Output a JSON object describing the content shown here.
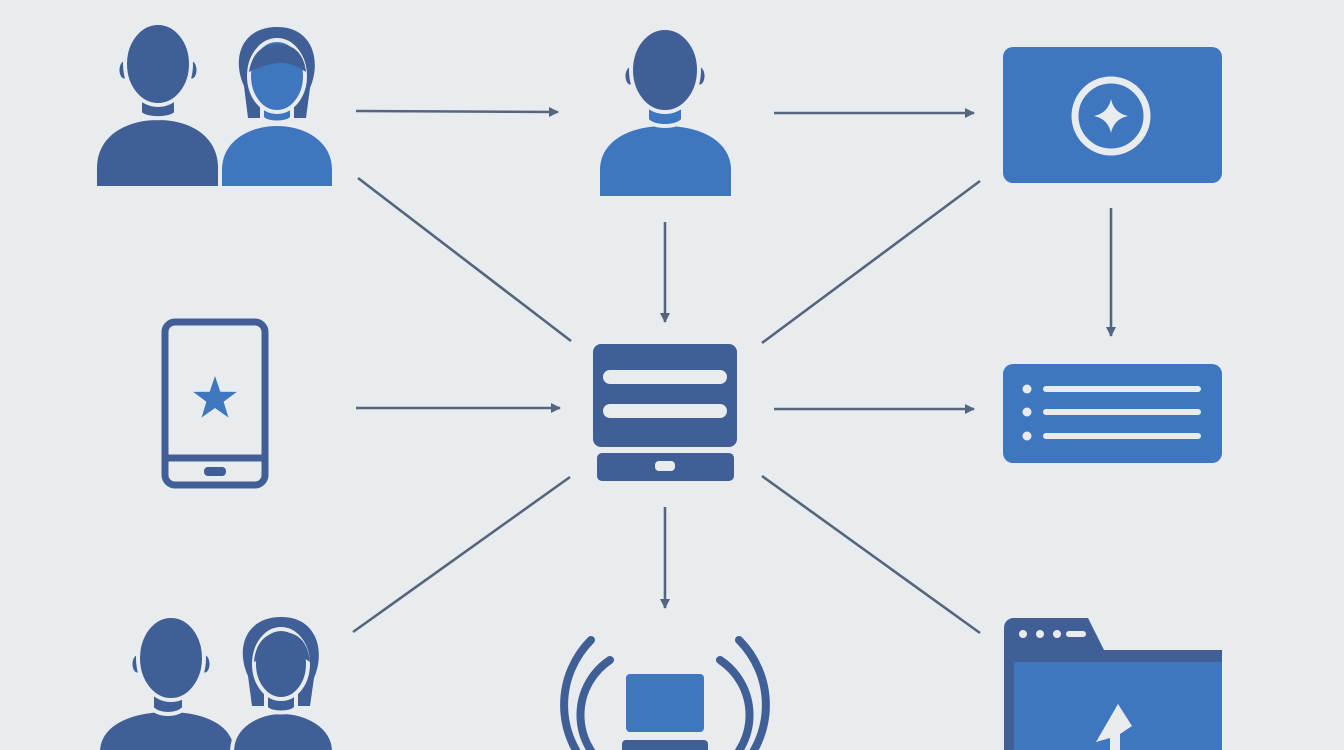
{
  "colors": {
    "background": "#e9ecef",
    "icon_dark": "#3f5f96",
    "icon_light": "#3f76c0",
    "arrow": "#56657e"
  },
  "nodes": [
    {
      "id": "user-group-top",
      "icon": "people-pair-icon"
    },
    {
      "id": "single-user",
      "icon": "user-icon"
    },
    {
      "id": "media-panel",
      "icon": "sparkle-panel-icon"
    },
    {
      "id": "mobile-device",
      "icon": "smartphone-star-icon"
    },
    {
      "id": "central-server",
      "icon": "server-icon"
    },
    {
      "id": "list-panel",
      "icon": "list-icon"
    },
    {
      "id": "user-group-bottom",
      "icon": "people-pair-icon"
    },
    {
      "id": "wireless-device",
      "icon": "wireless-signal-icon"
    },
    {
      "id": "browser-window",
      "icon": "browser-cursor-icon"
    }
  ],
  "edges": [
    {
      "from": "user-group-top",
      "to": "single-user",
      "arrowhead": true
    },
    {
      "from": "single-user",
      "to": "media-panel",
      "arrowhead": true
    },
    {
      "from": "single-user",
      "to": "central-server",
      "arrowhead": true
    },
    {
      "from": "media-panel",
      "to": "list-panel",
      "arrowhead": true
    },
    {
      "from": "mobile-device",
      "to": "central-server",
      "arrowhead": true
    },
    {
      "from": "central-server",
      "to": "list-panel",
      "arrowhead": true
    },
    {
      "from": "central-server",
      "to": "wireless-device",
      "arrowhead": true
    },
    {
      "from": "user-group-top",
      "to": "central-server",
      "arrowhead": false
    },
    {
      "from": "media-panel",
      "to": "central-server",
      "arrowhead": false
    },
    {
      "from": "user-group-bottom",
      "to": "central-server",
      "arrowhead": false
    },
    {
      "from": "central-server",
      "to": "browser-window",
      "arrowhead": false
    }
  ]
}
